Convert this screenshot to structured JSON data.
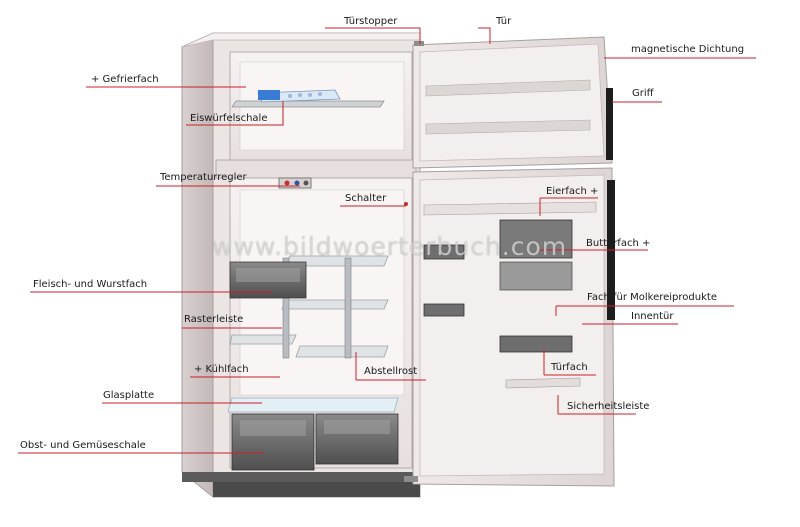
{
  "labels": {
    "tuerstopper": "Türstopper",
    "tuer": "Tür",
    "magnetische_dichtung": "magnetische Dichtung",
    "gefrierfach": "+ Gefrierfach",
    "griff": "Griff",
    "eiswuerfelschale": "Eiswürfelschale",
    "temperaturregler": "Temperaturregler",
    "schalter": "Schalter",
    "eierfach": "Eierfach +",
    "butterfach": "Butterfach +",
    "fleisch_wurstfach": "Fleisch- und Wurstfach",
    "fach_molkereiprodukte": "Fach für Molkereiprodukte",
    "rasterleiste": "Rasterleiste",
    "innentuer": "Innentür",
    "kuehlfach": "+ Kühlfach",
    "abstellrost": "Abstellrost",
    "tuerfach": "Türfach",
    "glasplatte": "Glasplatte",
    "sicherheitsleiste": "Sicherheitsleiste",
    "obst_gemueseschale": "Obst- und Gemüseschale"
  },
  "watermark": "www.bildwoerterbuch.com",
  "colors": {
    "leader": "#c8202a",
    "cabinet": "#ece6e6",
    "cabinet_shade": "#cfc6c6",
    "interior": "#f3eeec",
    "drawer": "#6d6d6d",
    "handle": "#1d1d1d"
  }
}
